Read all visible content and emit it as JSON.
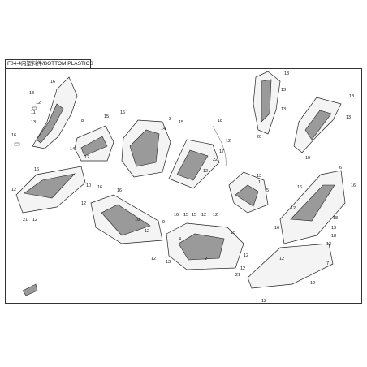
{
  "title": "F04-4内塑料件/BOTTOM PLASTICS",
  "callouts": {
    "c1": "16",
    "c2": "13",
    "c3": "12",
    "c4": "11",
    "c5": "13",
    "c6": "16",
    "c7": "8",
    "c8": "14",
    "c9": "12",
    "c10": "15",
    "c11": "16",
    "c12": "3",
    "c13": "14",
    "c14": "15",
    "c15": "18",
    "c16": "12",
    "c17": "17",
    "c18": "22",
    "c19": "12",
    "c20": "16",
    "c21": "10",
    "c22": "12",
    "c23": "21",
    "c24": "12",
    "c25": "16",
    "c26": "16",
    "c27": "12",
    "c28": "9",
    "c29": "16",
    "c30": "12",
    "c31": "16",
    "c32": "15",
    "c33": "15",
    "c34": "12",
    "c35": "12",
    "c36": "15",
    "c37": "13",
    "c38": "13",
    "c39": "13",
    "c40": "20",
    "c41": "13",
    "c42": "13",
    "c43": "19",
    "c44": "6",
    "c45": "16",
    "c46": "16",
    "c47": "12",
    "c48": "16",
    "c49": "13",
    "c50": "5",
    "c51": "18",
    "c52": "13",
    "c53": "7",
    "c54": "21",
    "c55": "12",
    "c56": "4",
    "c57": "12",
    "c58": "13",
    "c59": "12",
    "c60": "12",
    "c61": "12",
    "c62": "12",
    "c63": "18",
    "c64": "13",
    "c65": "2",
    "c66": "1"
  }
}
